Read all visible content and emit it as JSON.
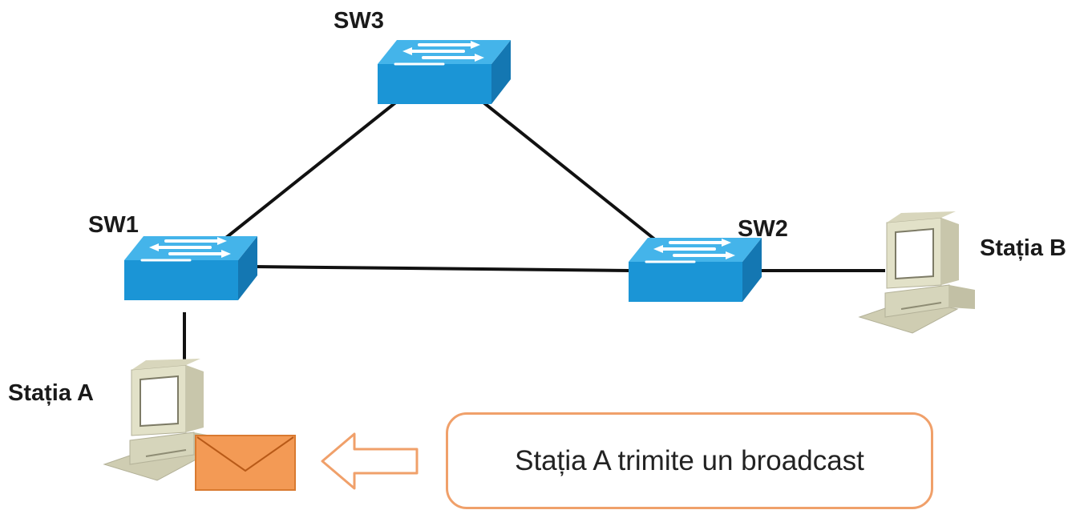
{
  "nodes": {
    "sw1": {
      "label": "SW1"
    },
    "sw2": {
      "label": "SW2"
    },
    "sw3": {
      "label": "SW3"
    },
    "station_a": {
      "label": "Stația A"
    },
    "station_b": {
      "label": "Stația B"
    }
  },
  "callout": {
    "text": "Stația A trimite un broadcast"
  },
  "icons": {
    "switch": "switch-icon",
    "workstation": "workstation-icon",
    "message": "envelope-icon",
    "pointer": "arrow-left-icon"
  },
  "colors": {
    "switch_top": "#3fb0e6",
    "switch_front": "#1b95d6",
    "switch_side": "#1477b2",
    "link": "#111111",
    "envelope": "#f39a55",
    "callout_border": "#f0a06a",
    "computer": "#d9d8bf"
  }
}
